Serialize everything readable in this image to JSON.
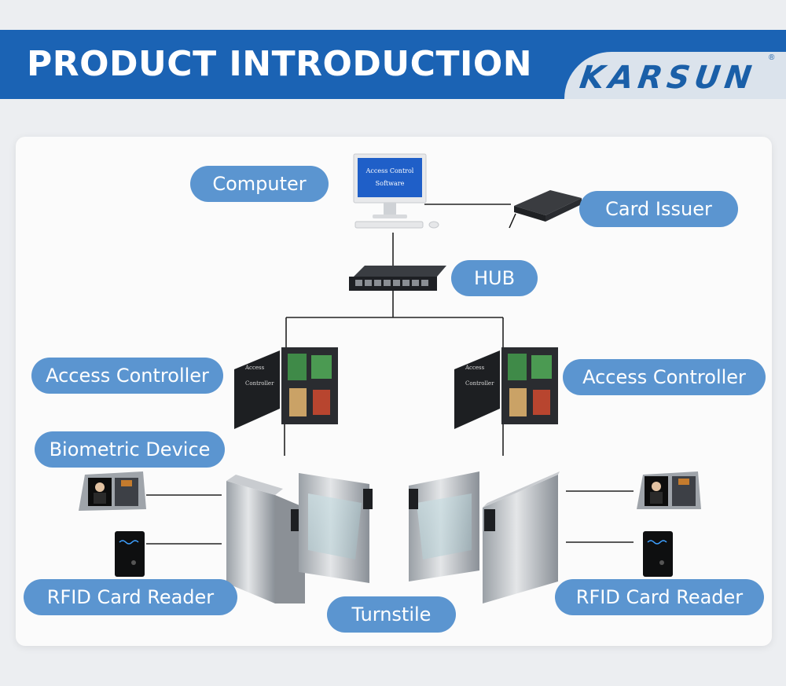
{
  "header": {
    "title": "PRODUCT INTRODUCTION",
    "logo": "KARSUN",
    "logo_mark": "®"
  },
  "colors": {
    "header_blue": "#1b63b4",
    "pill_blue": "#5b95d0",
    "line": "#222222"
  },
  "monitor_screen_text": [
    "Access Control",
    "Software"
  ],
  "labels": {
    "computer": "Computer",
    "card_issuer": "Card Issuer",
    "hub": "HUB",
    "access_controller_left": "Access Controller",
    "access_controller_right": "Access Controller",
    "biometric_device": "Biometric Device",
    "rfid_left": "RFID Card Reader",
    "rfid_right": "RFID Card Reader",
    "turnstile": "Turnstile"
  },
  "icons": {
    "computer": "desktop-computer-icon",
    "card_issuer": "card-issuer-icon",
    "hub": "network-switch-icon",
    "controller": "access-controller-box-icon",
    "biometric": "face-fingerprint-terminal-icon",
    "rfid": "rfid-reader-icon",
    "turnstile": "swing-gate-turnstile-icon"
  }
}
